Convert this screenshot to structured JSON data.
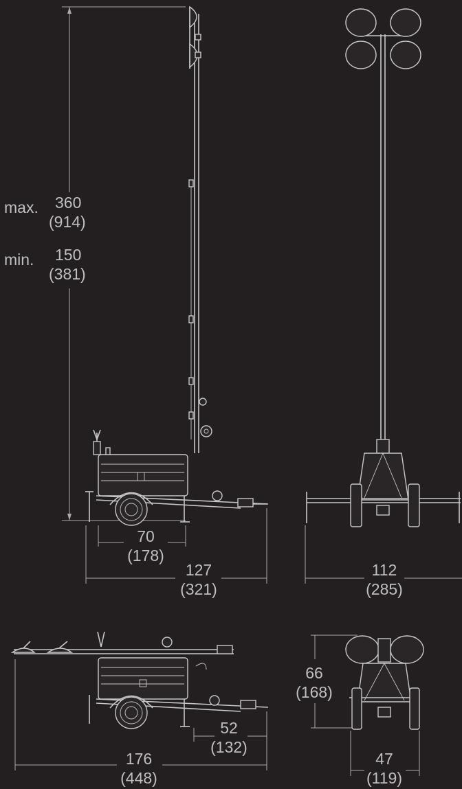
{
  "colors": {
    "background": "#231f20",
    "line": "#c8c8c8",
    "dimension_line": "#a9a9a9",
    "text": "#bfbfbf"
  },
  "dimensions": {
    "height_max_label": "max.",
    "height_max_value": "360",
    "height_max_metric": "(914)",
    "height_min_label": "min.",
    "height_min_value": "150",
    "height_min_metric": "(381)",
    "wheelbase_value": "70",
    "wheelbase_metric": "(178)",
    "side_length_value": "127",
    "side_length_metric": "(321)",
    "rear_width_value": "112",
    "rear_width_metric": "(285)",
    "stowed_length_value": "176",
    "stowed_length_metric": "(448)",
    "hitch_length_value": "52",
    "hitch_length_metric": "(132)",
    "stowed_height_value": "66",
    "stowed_height_metric": "(168)",
    "stowed_width_value": "47",
    "stowed_width_metric": "(119)"
  }
}
